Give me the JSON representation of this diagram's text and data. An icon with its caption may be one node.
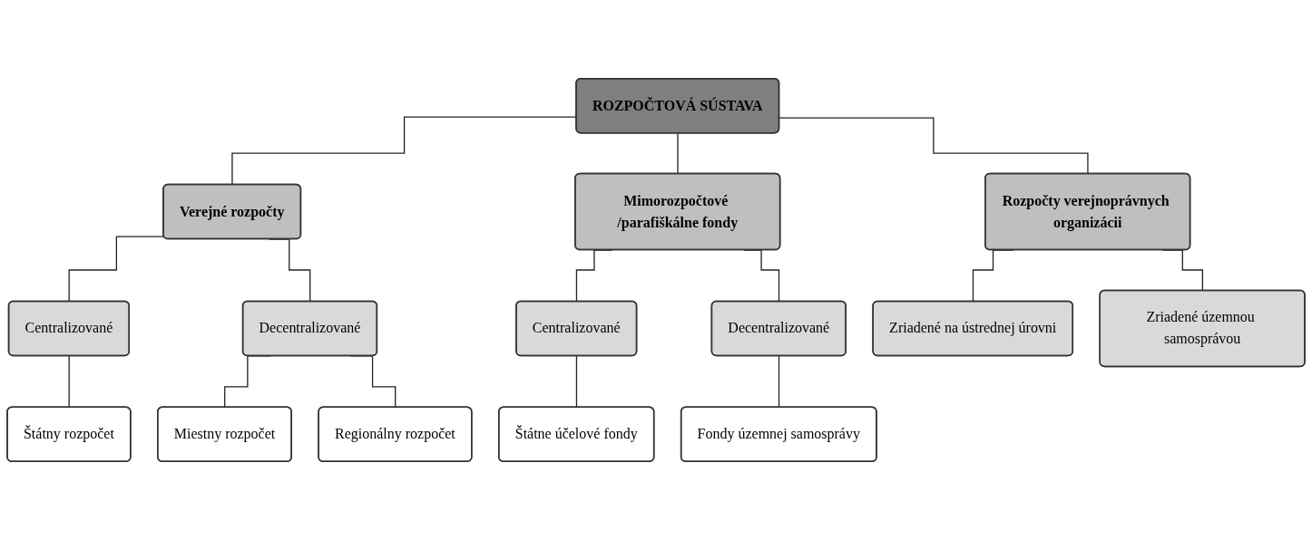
{
  "diagram": {
    "nodes": [
      {
        "text": [
          "ROZPOČTOVÁ SÚSTAVA"
        ]
      },
      {
        "text": [
          "Verejné rozpočty"
        ]
      },
      {
        "text": [
          "Mimorozpočtové /parafiškálne fondy"
        ]
      },
      {
        "text": [
          "Rozpočty verejnoprávnych organizácii"
        ]
      },
      {
        "text": [
          "Centralizované"
        ]
      },
      {
        "text": [
          "Decentralizované"
        ]
      },
      {
        "text": [
          "Centralizované"
        ]
      },
      {
        "text": [
          "Decentralizované"
        ]
      },
      {
        "text": [
          "Zriadené na ústrednej úrovni"
        ]
      },
      {
        "text": [
          "Zriadené územnou samosprávou"
        ]
      },
      {
        "text": [
          "Štátny rozpočet"
        ]
      },
      {
        "text": [
          "Miestny rozpočet"
        ]
      },
      {
        "text": [
          "Regionálny rozpočet"
        ]
      },
      {
        "text": [
          "Štátne účelové fondy"
        ]
      },
      {
        "text": [
          "Fondy územnej samosprávy"
        ]
      }
    ],
    "edges": [
      {
        "from": 0,
        "to": 1,
        "arrow": "none"
      },
      {
        "from": 0,
        "to": 2,
        "arrow": "none"
      },
      {
        "from": 0,
        "to": 3,
        "arrow": "none"
      },
      {
        "from": 1,
        "to": 4,
        "arrow": "none"
      },
      {
        "from": 1,
        "to": 5,
        "arrow": "none"
      },
      {
        "from": 2,
        "to": 6,
        "arrow": "none"
      },
      {
        "from": 2,
        "to": 7,
        "arrow": "none"
      },
      {
        "from": 3,
        "to": 8,
        "arrow": "none"
      },
      {
        "from": 3,
        "to": 9,
        "arrow": "none"
      },
      {
        "from": 4,
        "to": 10,
        "arrow": "none"
      },
      {
        "from": 5,
        "to": 11,
        "arrow": "none"
      },
      {
        "from": 5,
        "to": 12,
        "arrow": "none"
      },
      {
        "from": 6,
        "to": 13,
        "arrow": "none"
      },
      {
        "from": 7,
        "to": 14,
        "arrow": "none"
      }
    ]
  }
}
